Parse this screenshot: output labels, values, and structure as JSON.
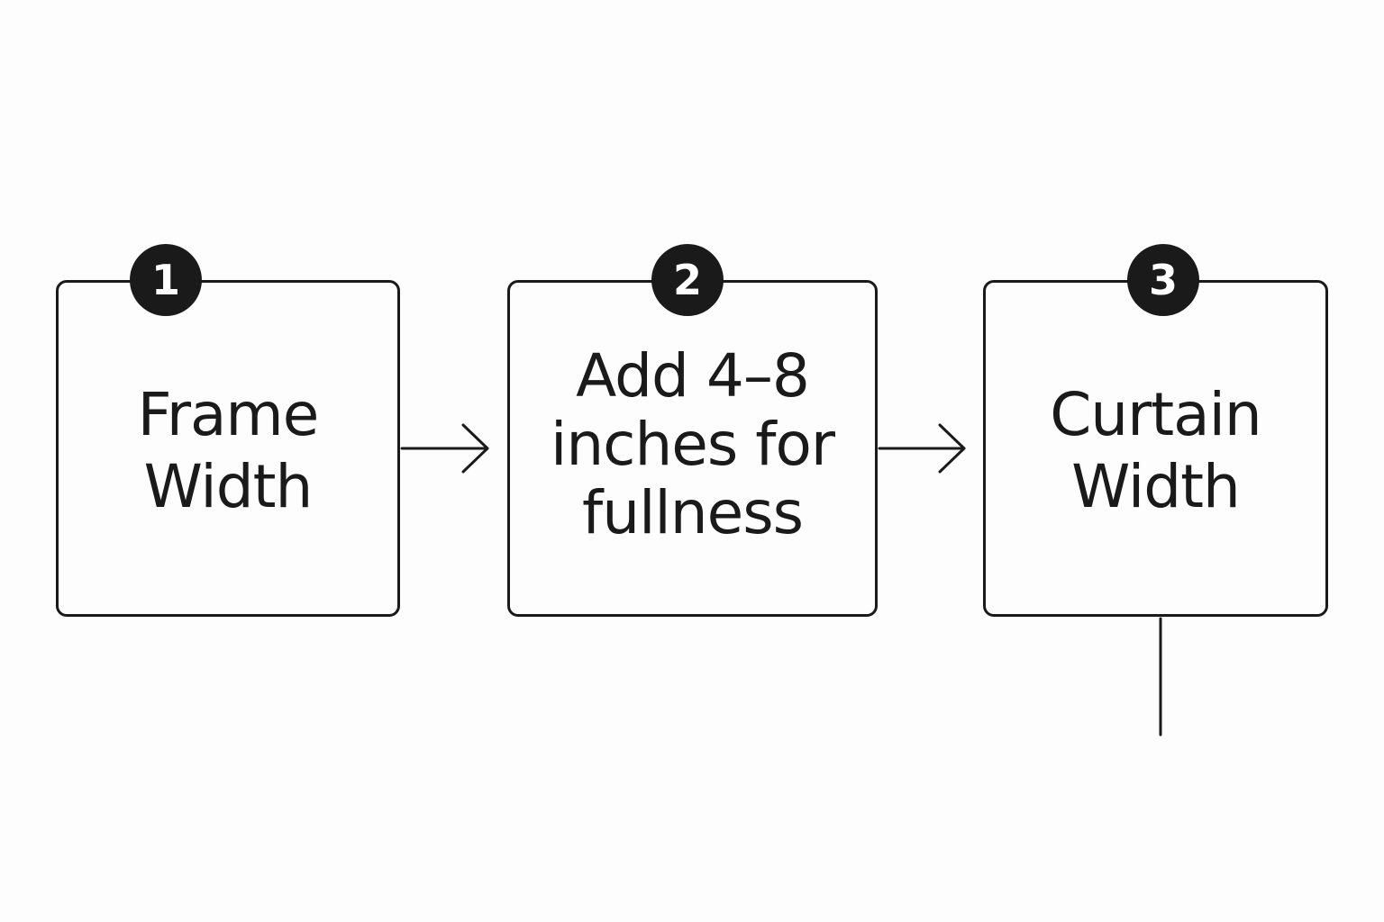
{
  "steps": [
    {
      "number": "1",
      "label": "Frame\nWidth"
    },
    {
      "number": "2",
      "label": "Add 4–8\ninches for\nfullness"
    },
    {
      "number": "3",
      "label": "Curtain\nWidth"
    }
  ],
  "colors": {
    "ink": "#1a1a1a",
    "background": "#fdfdfd",
    "badge_text": "#ffffff"
  }
}
